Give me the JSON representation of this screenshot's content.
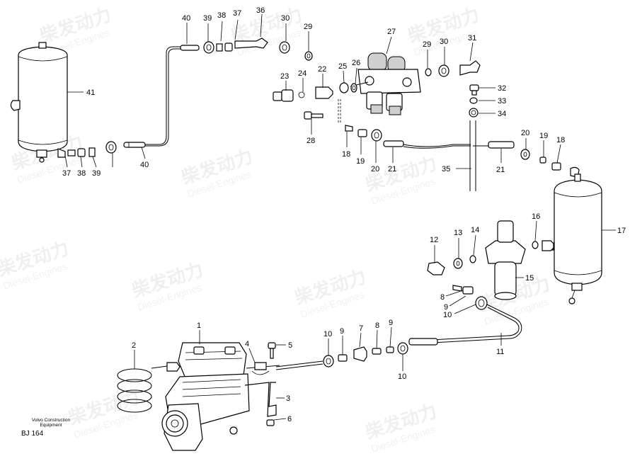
{
  "watermark": {
    "brand": "柴发动力",
    "sub": "Diesel-Engines"
  },
  "footer": {
    "credit_line1": "Volvo Construction",
    "credit_line2": "Equipment",
    "ref": "BJ 164"
  },
  "labels": {
    "n1": "1",
    "n2": "2",
    "n3": "3",
    "n4": "4",
    "n5": "5",
    "n6": "6",
    "n7": "7",
    "n8a": "8",
    "n8b": "8",
    "n9a": "9",
    "n9b": "9",
    "n9c": "9",
    "n10a": "10",
    "n10b": "10",
    "n10c": "10",
    "n11": "11",
    "n12": "12",
    "n13": "13",
    "n14": "14",
    "n15": "15",
    "n16": "16",
    "n17": "17",
    "n18a": "18",
    "n18b": "18",
    "n19a": "19",
    "n19b": "19",
    "n20a": "20",
    "n20b": "20",
    "n21a": "21",
    "n21b": "21",
    "n22": "22",
    "n23": "23",
    "n24": "24",
    "n25": "25",
    "n26": "26",
    "n27": "27",
    "n28": "28",
    "n29a": "29",
    "n29b": "29",
    "n30a": "30",
    "n30b": "30",
    "n31": "31",
    "n32": "32",
    "n33": "33",
    "n34": "34",
    "n35": "35",
    "n36": "36",
    "n37a": "37",
    "n37b": "37",
    "n38a": "38",
    "n38b": "38",
    "n39a": "39",
    "n39b": "39",
    "n40a": "40",
    "n40b": "40",
    "n41": "41"
  }
}
